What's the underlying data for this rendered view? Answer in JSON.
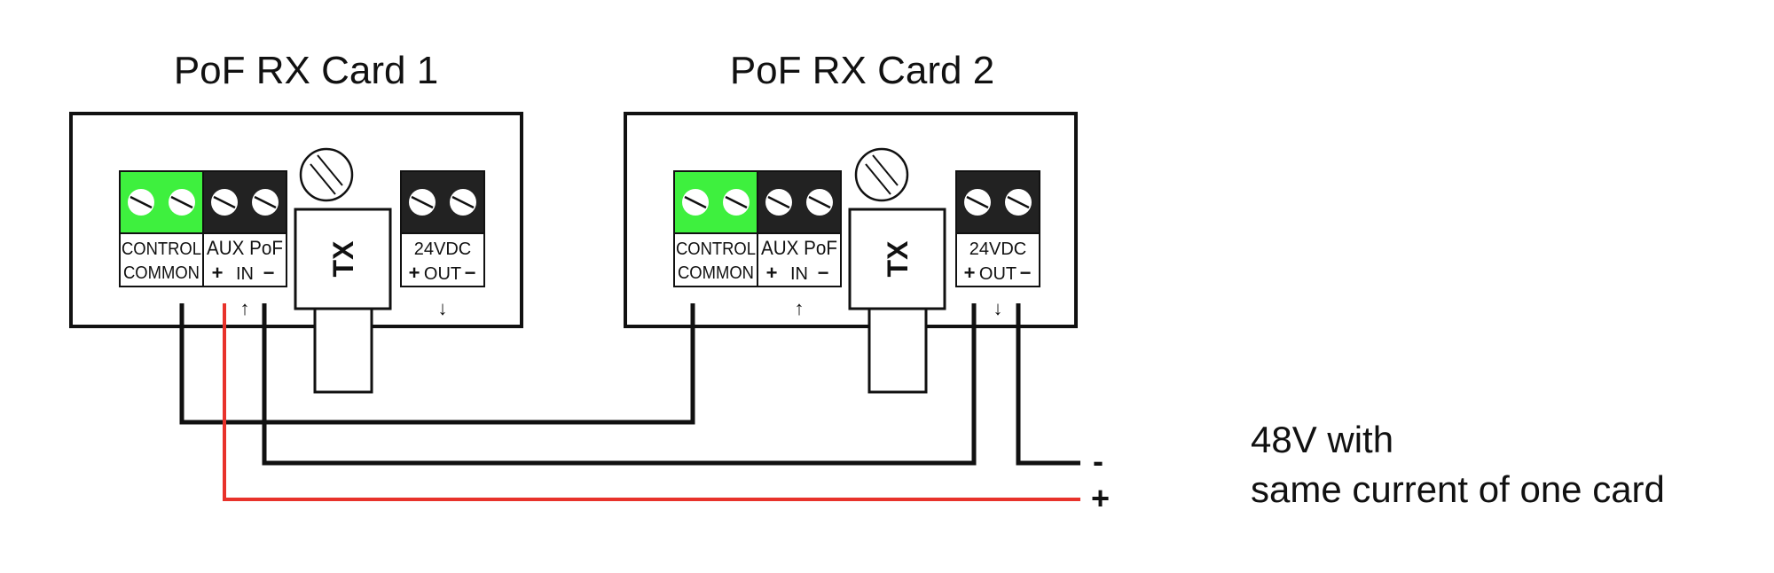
{
  "cards": [
    {
      "title": "PoF RX Card 1",
      "control_label_1": "CONTROL",
      "control_label_2": "COMMON",
      "aux_label": "AUX PoF",
      "in_plus": "+",
      "in_label": "IN",
      "in_minus": "−",
      "tx_label": "TX",
      "out_label_1": "24VDC",
      "out_plus": "+",
      "out_label": "OUT",
      "out_minus": "−"
    },
    {
      "title": "PoF RX Card 2",
      "control_label_1": "CONTROL",
      "control_label_2": "COMMON",
      "aux_label": "AUX PoF",
      "in_plus": "+",
      "in_label": "IN",
      "in_minus": "−",
      "tx_label": "TX",
      "out_label_1": "24VDC",
      "out_plus": "+",
      "out_label": "OUT",
      "out_minus": "−"
    }
  ],
  "arrows": {
    "in": "↑",
    "out": "↓"
  },
  "supply": {
    "minus_sign": "-",
    "plus_sign": "+",
    "note_line_1": "48V with",
    "note_line_2": "same current of one card"
  },
  "colors": {
    "terminal_green": "#3ef03e",
    "terminal_dark": "#222222",
    "positive_wire": "#e8322b",
    "wire": "#111111"
  }
}
